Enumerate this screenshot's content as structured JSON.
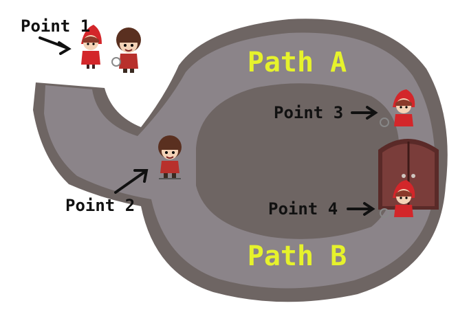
{
  "map": {
    "colors": {
      "background": "#ffffff",
      "path_outer": "#6e6563",
      "path_floor": "#8b8489",
      "inner_island": "#6e6563",
      "label_paths": "#e6f22c",
      "label_points": "#111111",
      "door": "#7a3d3a",
      "door_frame": "#5a2a28"
    },
    "labels": {
      "path_a": "Path A",
      "path_b": "Path B",
      "point_1": "Point 1",
      "point_2": "Point 2",
      "point_3": "Point 3",
      "point_4": "Point 4"
    },
    "icons": {
      "character_red_hood": "red-hood-girl-icon",
      "character_boy": "brown-hair-boy-icon",
      "door": "double-door-icon",
      "arrow": "arrow-icon"
    }
  }
}
